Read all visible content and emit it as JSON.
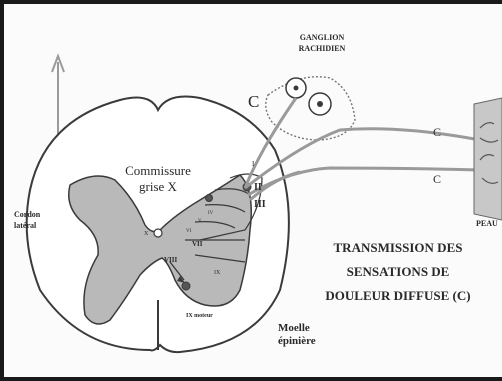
{
  "labels": {
    "ganglion_line1": "GANGLION",
    "ganglion_line2": "RACHIDIEN",
    "fiber_c_near_root": "C",
    "fiber_c_upper": "C",
    "fiber_c_lower": "C",
    "peau": "PEAU",
    "cordon_line1": "Cordon",
    "cordon_line2": "latéral",
    "commissure_line1": "Commissure",
    "commissure_line2": "grise X",
    "lamina_I": "I",
    "lamina_II": "II",
    "lamina_III": "III",
    "lamina_IV_small": "IV",
    "lamina_V_small": "V",
    "lamina_VI_small": "VI",
    "lamina_VII": "VII",
    "lamina_VIII": "VIII",
    "lamina_IX": "IX",
    "lamina_X": "X",
    "lamina_IX_motor": "IX moteur",
    "moelle_line1": "Moelle",
    "moelle_line2": "épinière",
    "title_line1": "TRANSMISSION DES",
    "title_line2": "SENSATIONS DE",
    "title_line3": "DOULEUR DIFFUSE (C)"
  },
  "colors": {
    "gray_matter": "#b9b9b9",
    "outline": "#3a3a3a",
    "fiber": "#9a9a9a",
    "skin": "#c8c8c8"
  }
}
